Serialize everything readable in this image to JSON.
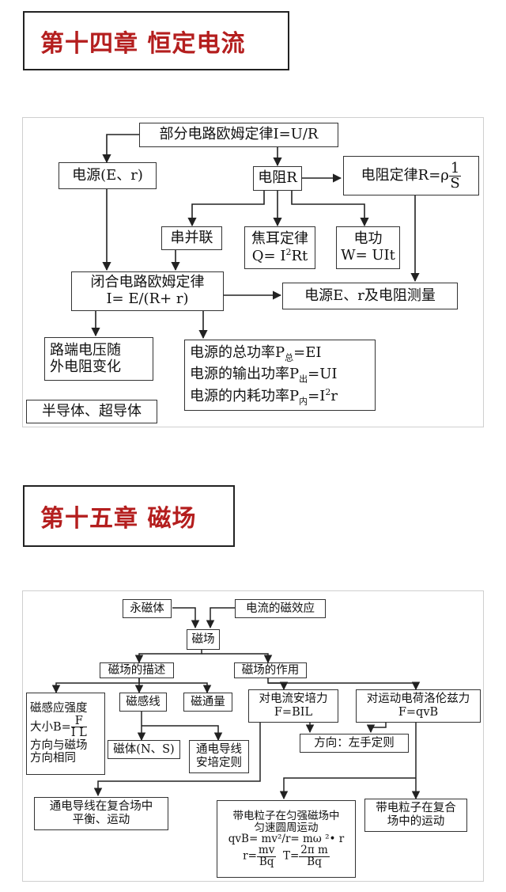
{
  "chapter14": {
    "title": "第十四章 恒定电流",
    "ohm_partial": "部分电路欧姆定律I=U/R",
    "source": "电源(E、r)",
    "resistor": "电阻R",
    "resistance_law": "电阻定律R=ρ",
    "resistance_law_num": "1",
    "resistance_law_den": "S",
    "series_parallel": "串并联",
    "joule_title": "焦耳定律",
    "joule_formula": "Q= I",
    "joule_exp": "2",
    "joule_tail": "Rt",
    "work_title": "电功",
    "work_formula": "W= UIt",
    "closed_title": "闭合电路欧姆定律",
    "closed_formula": "I= E/(R+ r)",
    "measure": "电源E、r及电阻测量",
    "terminal_1": "路端电压随",
    "terminal_2": "外电阻变化",
    "power_total": "电源的总功率P",
    "power_total_sub": "总",
    "power_total_tail": "=EI",
    "power_out": "电源的输出功率P",
    "power_out_sub": "出",
    "power_out_tail": "=UI",
    "power_in": "电源的内耗功率P",
    "power_in_sub": "内",
    "power_in_tail": "=I",
    "power_in_exp": "2",
    "power_in_end": "r",
    "semiconductor": "半导体、超导体"
  },
  "chapter15": {
    "title": "第十五章 磁场",
    "magnet": "永磁体",
    "current_effect": "电流的磁效应",
    "field": "磁场",
    "description": "磁场的描述",
    "action": "磁场的作用",
    "induction_title": "磁感应强度",
    "induction_size": "大小B=",
    "induction_num": "F",
    "induction_den": "I L",
    "induction_dir1": "方向与磁场",
    "induction_dir2": "方向相同",
    "field_lines": "磁感线",
    "flux": "磁通量",
    "ampere_title": "对电流安培力",
    "ampere_formula": "F=BIL",
    "lorentz_title": "对运动电荷洛伦兹力",
    "lorentz_formula": "F=qvB",
    "lines_magnet": "磁体(N、S)",
    "wire_1": "通电导线",
    "wire_2": "安培定则",
    "direction": "方向：左手定则",
    "composite_wire_1": "通电导线在复合场中",
    "composite_wire_2": "平衡、运动",
    "circular_1": "带电粒子在匀强磁场中",
    "circular_2": "匀速圆周运动",
    "circular_3": "qvB= mv²/r= mω ²• r",
    "circular_r": "r=",
    "circular_r_num": "mv",
    "circular_r_den": "Bq",
    "circular_T": "T=",
    "circular_T_num": "2π m",
    "circular_T_den": "Bq",
    "particle_composite_1": "带电粒子在复合",
    "particle_composite_2": "场中的运动"
  }
}
